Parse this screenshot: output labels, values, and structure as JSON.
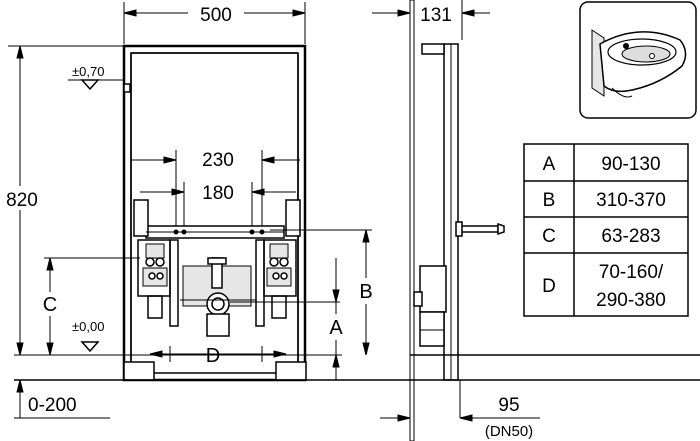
{
  "dimensions": {
    "frame_width": "500",
    "depth": "131",
    "height": "820",
    "spacing_outer": "230",
    "spacing_inner": "180",
    "level_top": "±0,70",
    "level_floor": "±0,00",
    "floor_range": "0-200",
    "drain_offset": "95",
    "drain_size": "(DN50)"
  },
  "labels": {
    "A": "A",
    "B": "B",
    "C": "C",
    "D": "D"
  },
  "table": {
    "rows": [
      {
        "key": "A",
        "value": "90-130"
      },
      {
        "key": "B",
        "value": "310-370"
      },
      {
        "key": "C",
        "value": "63-283"
      },
      {
        "key": "D",
        "value": "70-160/",
        "value2": "290-380"
      }
    ]
  }
}
